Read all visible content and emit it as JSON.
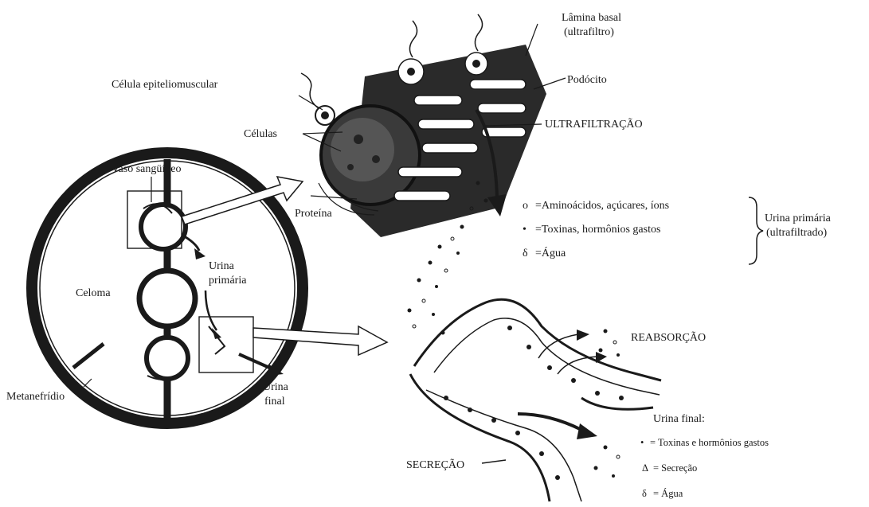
{
  "labels": {
    "lamina_basal_1": "Lâmina basal",
    "lamina_basal_2": "(ultrafiltro)",
    "celula_epiteliomuscular": "Célula epiteliomuscular",
    "podocito": "Podócito",
    "celulas": "Células",
    "ultrafiltracao": "ULTRAFILTRAÇÃO",
    "vaso_sanguineo": "Vaso sangüíneo",
    "proteina": "Proteína",
    "urina_primaria_left_1": "Urina",
    "urina_primaria_left_2": "primária",
    "celoma": "Celoma",
    "metanefridio": "Metanefrídio",
    "urina_final_left_1": "Urina",
    "urina_final_left_2": "final",
    "reabsorcao": "REABSORÇÃO",
    "secrecao": "SECREÇÃO"
  },
  "legend_primary": {
    "items": [
      {
        "symbol": "o",
        "text": "=Aminoácidos, açúcares, íons"
      },
      {
        "symbol": "•",
        "text": "=Toxinas, hormônios gastos"
      },
      {
        "symbol": "δ",
        "text": "=Água"
      }
    ],
    "bracket_label_1": "Urina primária",
    "bracket_label_2": "(ultrafiltrado)"
  },
  "legend_final": {
    "title": "Urina final:",
    "items": [
      {
        "symbol": "•",
        "text": "= Toxinas e hormônios gastos"
      },
      {
        "symbol": "Δ",
        "text": "= Secreção"
      },
      {
        "symbol": "δ",
        "text": "= Água"
      }
    ]
  }
}
